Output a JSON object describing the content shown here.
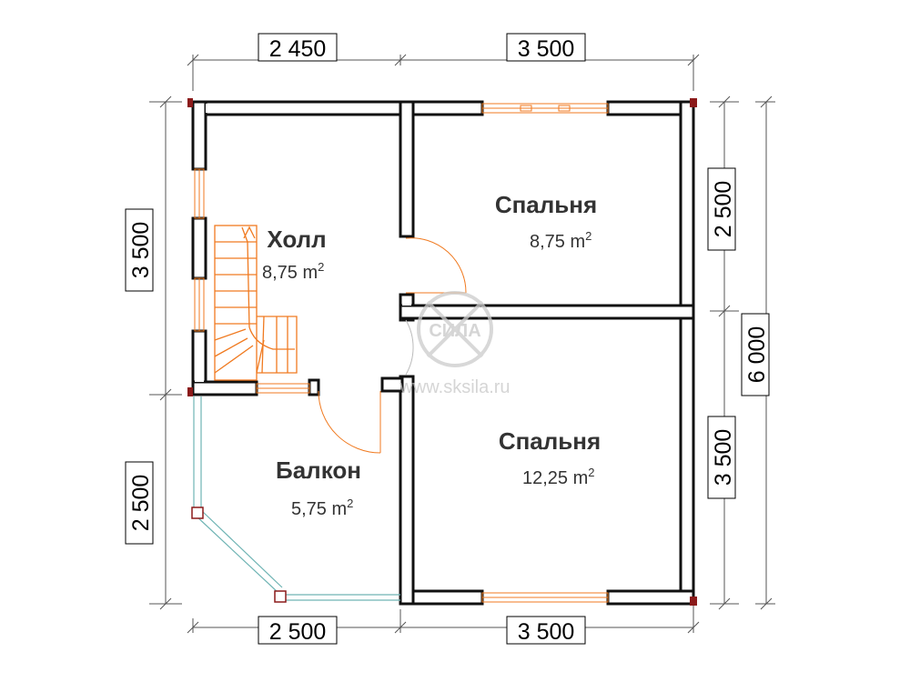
{
  "dimensions": {
    "top_left": "2 450",
    "top_right": "3 500",
    "bottom_left": "2 500",
    "bottom_right": "3 500",
    "left_upper": "3 500",
    "left_lower": "2 500",
    "right_upper": "2 500",
    "right_lower": "3 500",
    "right_total": "6 000"
  },
  "rooms": {
    "hall": {
      "name": "Холл",
      "area": "8,75 m",
      "unit_sup": "2"
    },
    "bedroom_top": {
      "name": "Спальня",
      "area": "8,75 m",
      "unit_sup": "2"
    },
    "bedroom_bottom": {
      "name": "Спальня",
      "area": "12,25 m",
      "unit_sup": "2"
    },
    "balcony": {
      "name": "Балкон",
      "area": "5,75 m",
      "unit_sup": "2"
    }
  },
  "watermark": {
    "site": "www.sksila.ru",
    "logo_text": "СИЛА"
  },
  "colors": {
    "wall": "#111111",
    "wall_fill": "#ffffff",
    "stairs": "#f07a20",
    "window": "#f07a20",
    "balcony_rail": "#6fb4b4",
    "door": "#f07a20"
  }
}
